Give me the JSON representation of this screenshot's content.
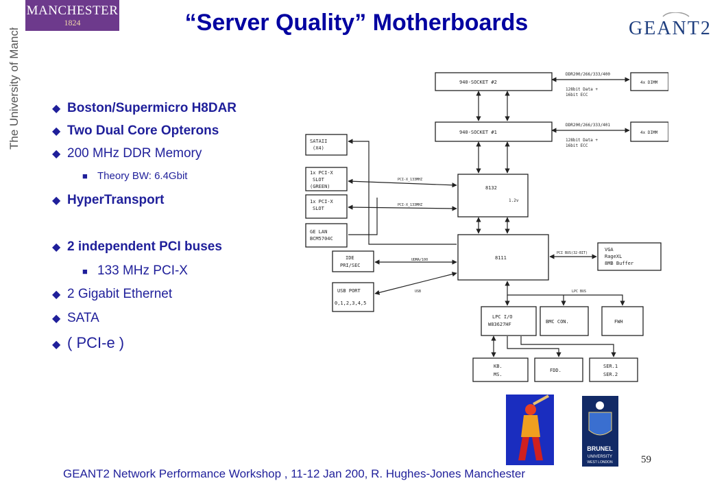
{
  "header": {
    "title": "“Server Quality” Motherboards",
    "manchester_logo": {
      "name": "MANCHESTER",
      "year": "1824"
    },
    "university_vertical": "The University of Manchester",
    "geant_logo": "GEANT2"
  },
  "bullets": [
    {
      "text": "Boston/Supermicro H8DAR",
      "bold": true
    },
    {
      "text": "Two Dual Core Opterons",
      "bold": true
    },
    {
      "text": "200 MHz DDR Memory",
      "bold": false
    },
    {
      "text": "Theory BW: 6.4Gbit",
      "level": 2
    },
    {
      "text": "HyperTransport",
      "bold": true
    },
    {
      "text": "2 independent PCI buses",
      "bold": true
    },
    {
      "text": "133 MHz PCI-X",
      "level": 2
    },
    {
      "text": "2 Gigabit Ethernet",
      "bold": false
    },
    {
      "text": "SATA",
      "bold": false
    },
    {
      "text": "( PCI-e )",
      "bold": false
    }
  ],
  "diagram": {
    "socket2": "940-SOCKET #2",
    "socket1": "940-SOCKET #1",
    "dimm": "4x DIMM",
    "ddr2": "DDR200/266/333/400",
    "ddr1": "DDR200/266/333/401",
    "data_line1": "128bit Data +",
    "data_line2": "16bit ECC",
    "sata_line1": "SATAII",
    "sata_line2": "(X4)",
    "pcix1_line1": "1x PCI-X",
    "pcix1_line2": "SLOT",
    "pcix1_line3": "(GREEN)",
    "pcix2_line1": "1x PCI-X",
    "pcix2_line2": "SLOT",
    "gelan_line1": "GE LAN",
    "gelan_line2": "BCM5704C",
    "chip8132": "8132",
    "chip8132_volt": "1.2v",
    "pcix_bus1": "PCI-X_133MHZ",
    "pcix_bus2": "PCI-X_133MHZ",
    "chip8111": "8111",
    "ide_line1": "IDE",
    "ide_line2": "PRI/SEC",
    "udma": "UDMA/100",
    "usb_line1": "USB PORT",
    "usb_line2": "0,1,2,3,4,5",
    "usb": "USB",
    "pci_bus": "PCI BUS(32-BIT)",
    "vga_line1": "VGA",
    "vga_line2": "RageXL",
    "vga_line3": "8MB Buffer",
    "lpc_bus": "LPC BUS",
    "lpcio_line1": "LPC I/O",
    "lpcio_line2": "W83627HF",
    "bmc": "BMC CON.",
    "fwh": "FWH",
    "kb_line1": "KB.",
    "kb_line2": "MS.",
    "fdd": "FDD.",
    "ser_line1": "SER.1",
    "ser_line2": "SER.2"
  },
  "brunel_logo": {
    "line1": "BRUNEL",
    "line2": "UNIVERSITY",
    "line3": "WEST LONDON"
  },
  "footer": {
    "text": "GEANT2 Network Performance Workshop , 11-12 Jan 200,  R. Hughes-Jones  Manchester",
    "page_number": "59"
  },
  "colors": {
    "title": "#0000a0",
    "text": "#1f1f9a",
    "manchester_purple": "#6d3a8c"
  }
}
